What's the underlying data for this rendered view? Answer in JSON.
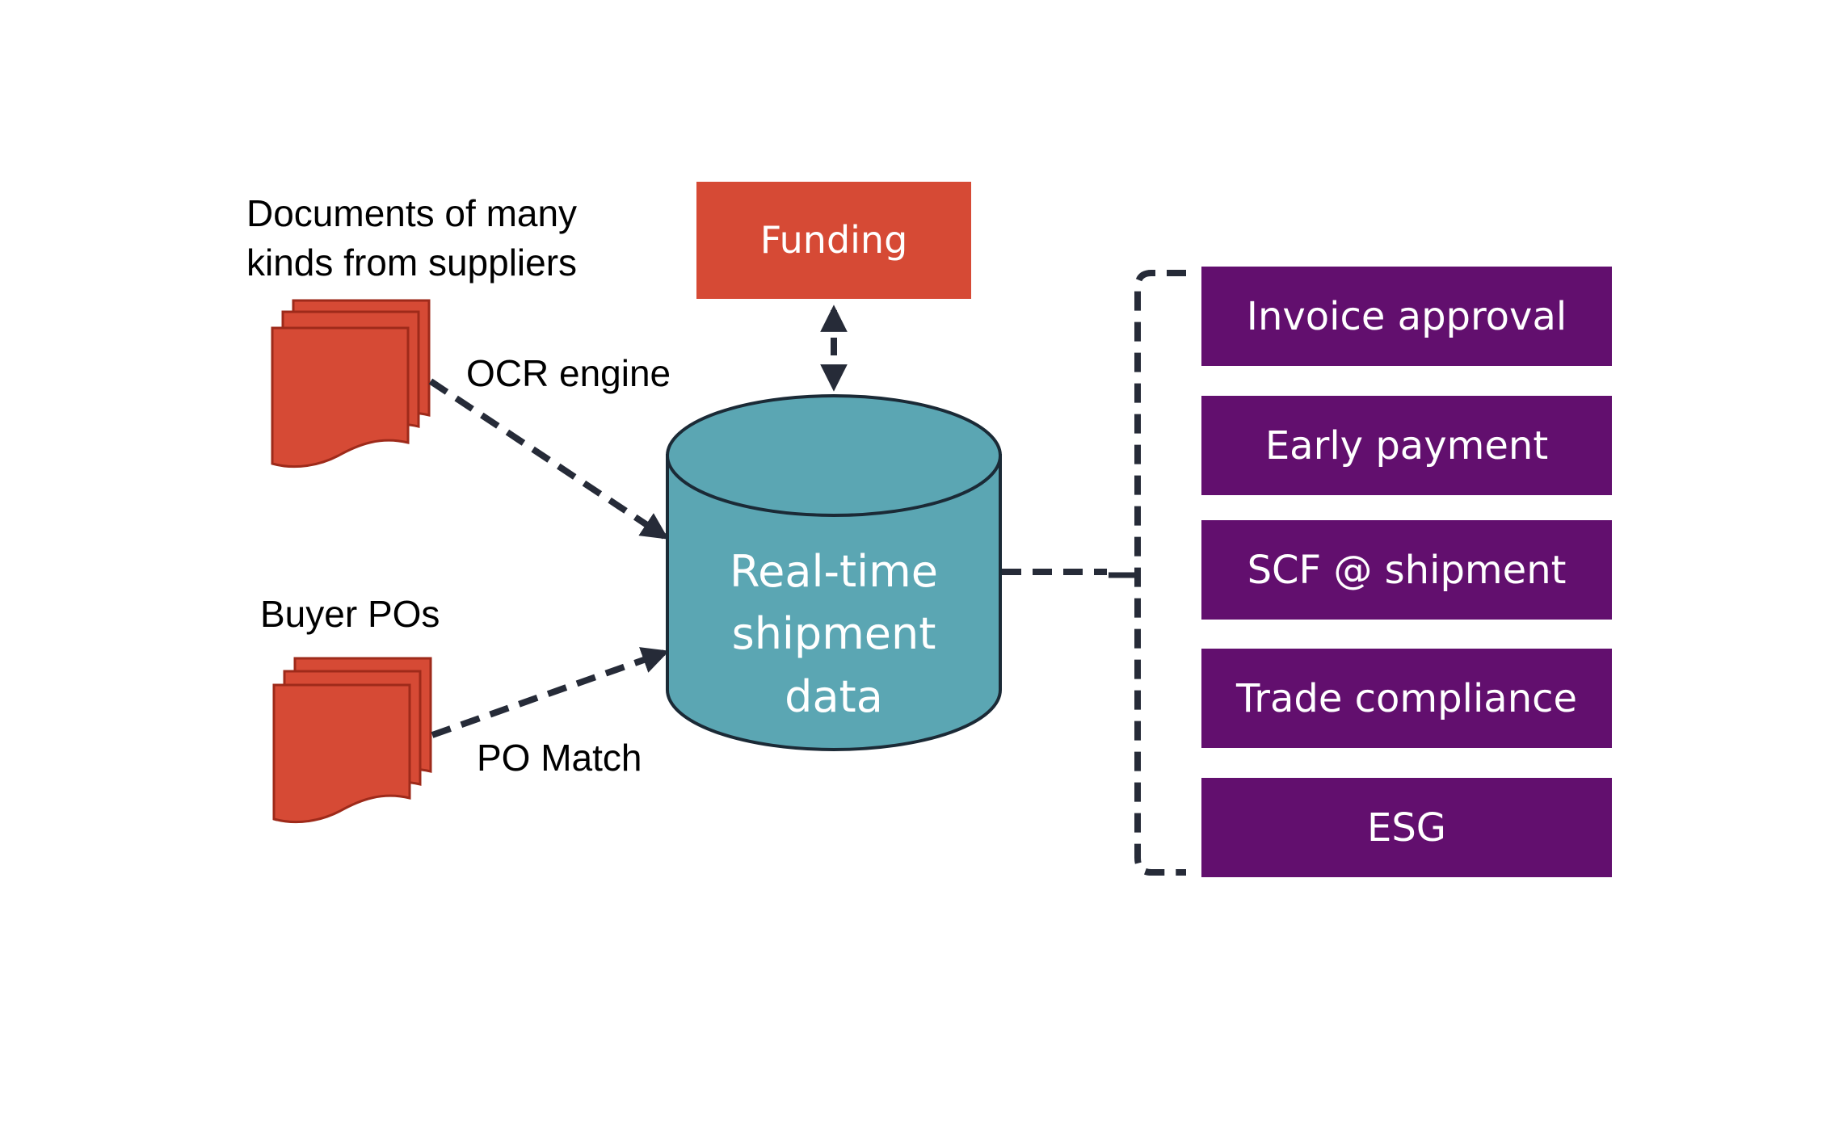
{
  "colors": {
    "document_fill": "#d64a35",
    "document_stroke": "#9e2a1a",
    "funding_fill": "#d64a35",
    "database_fill": "#5ba6b3",
    "database_stroke": "#1b2a36",
    "output_fill": "#620f6e",
    "connector": "#262b38"
  },
  "supplier_docs": {
    "caption_line1": "Documents of many",
    "caption_line2": "kinds from suppliers",
    "icon": "document-stack-icon",
    "connector_label": "OCR engine"
  },
  "buyer_pos": {
    "caption": "Buyer POs",
    "icon": "document-stack-icon",
    "connector_label": "PO Match"
  },
  "funding": {
    "label": "Funding"
  },
  "database": {
    "icon": "database-cylinder-icon",
    "line1": "Real-time",
    "line2": "shipment",
    "line3": "data"
  },
  "outputs": [
    {
      "label": "Invoice approval"
    },
    {
      "label": "Early payment"
    },
    {
      "label": "SCF @ shipment"
    },
    {
      "label": "Trade compliance"
    },
    {
      "label": "ESG"
    }
  ]
}
